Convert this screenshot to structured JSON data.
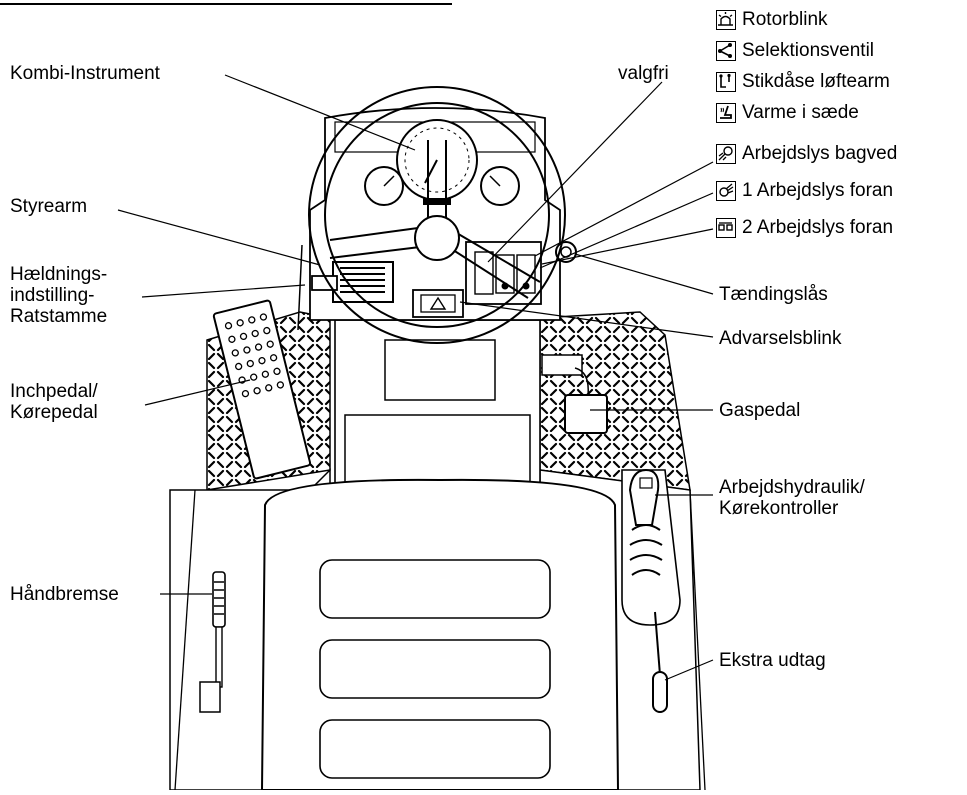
{
  "labels": {
    "kombi": "Kombi-Instrument",
    "styrearm": "Styrearm",
    "haeldning1": "Hældnings-",
    "haeldning2": "indstilling-",
    "haeldning3": "Ratstamme",
    "inch1": "Inchpedal/",
    "inch2": "Kørepedal",
    "handbremse": "Håndbremse",
    "valgfri": "valgfri",
    "taending": "Tændingslås",
    "advarsel": "Advarselsblink",
    "gaspedal": "Gaspedal",
    "hydr1": "Arbejdshydraulik/",
    "hydr2": "Kørekontroller",
    "ekstra": "Ekstra udtag"
  },
  "legend": [
    {
      "icon": "beacon-icon",
      "text": "Rotorblink"
    },
    {
      "icon": "valve-icon",
      "text": "Selektionsventil"
    },
    {
      "icon": "socket-icon",
      "text": "Stikdåse løftearm"
    },
    {
      "icon": "seat-heat-icon",
      "text": "Varme i sæde"
    },
    {
      "icon": "rear-light-icon",
      "text": "Arbejdslys bagved"
    },
    {
      "icon": "front-light-1-icon",
      "text": "1 Arbejdslys foran"
    },
    {
      "icon": "front-light-2-icon",
      "text": "2 Arbejdslys foran"
    }
  ]
}
